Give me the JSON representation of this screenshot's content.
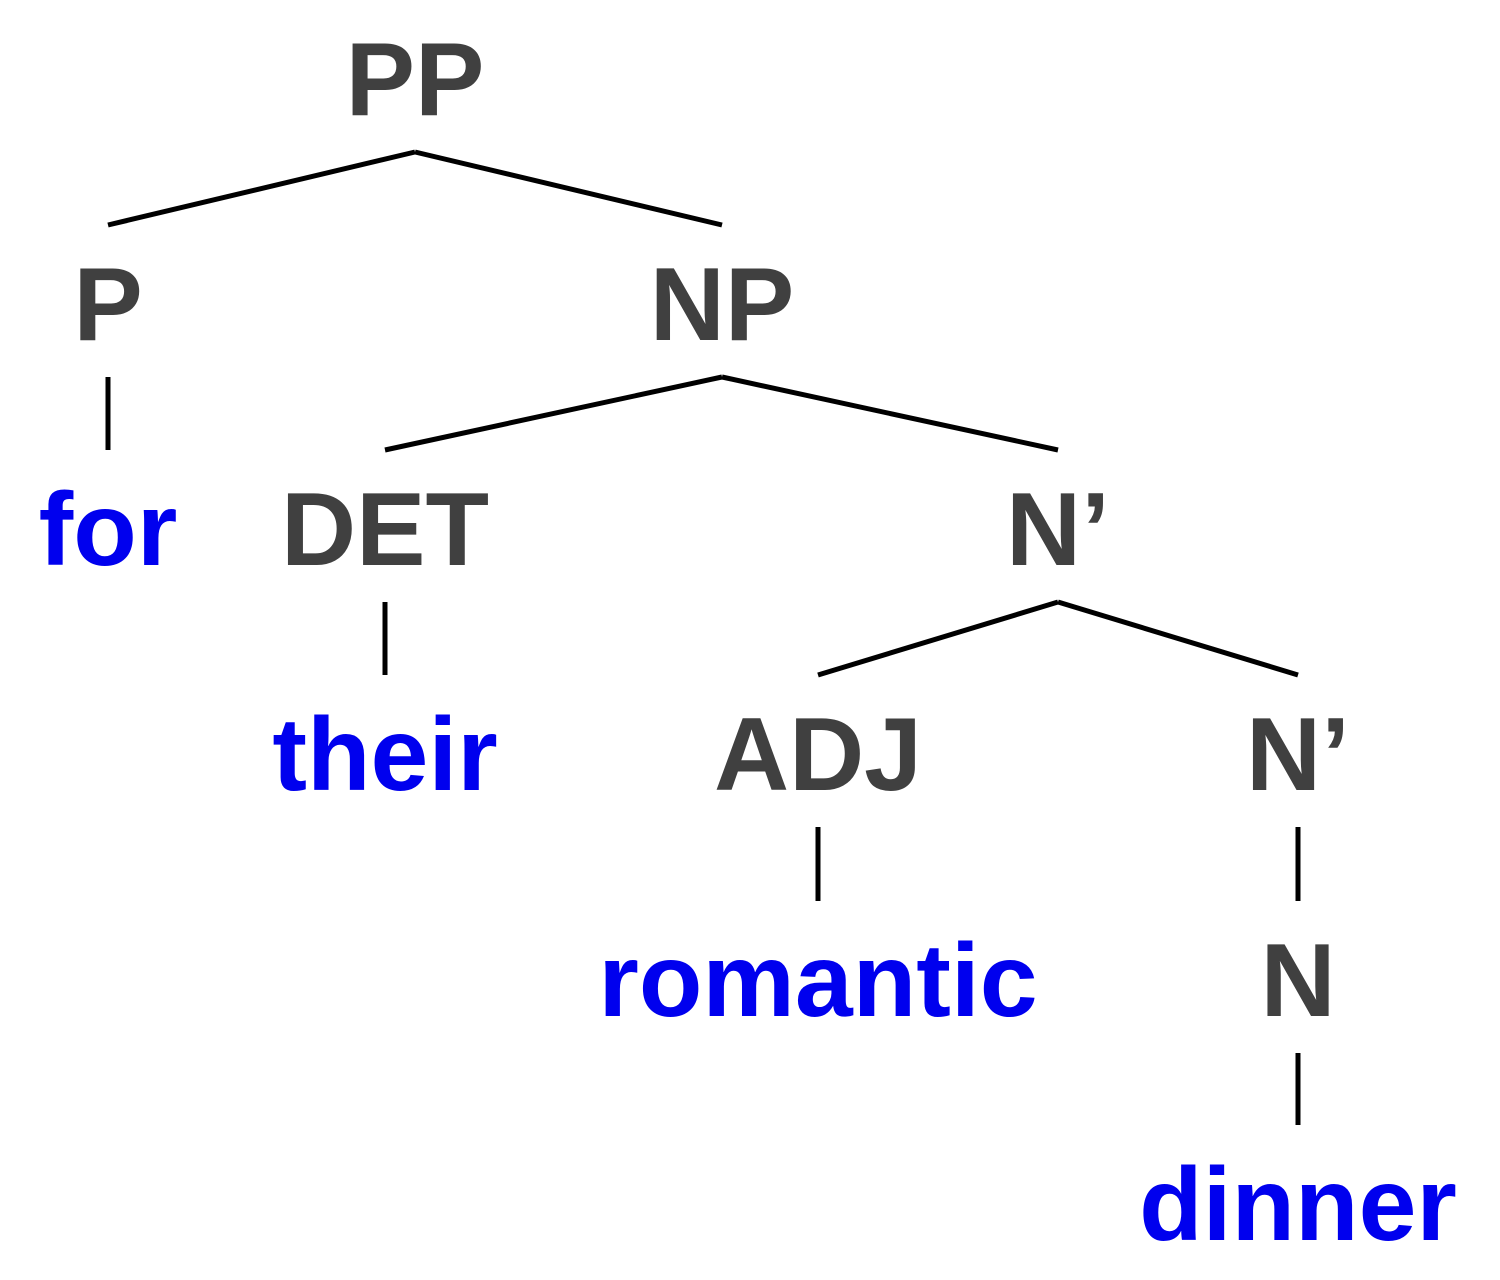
{
  "colors": {
    "category": "#404040",
    "word": "#0000ee",
    "edge": "#000000"
  },
  "tree": {
    "nodes": [
      {
        "id": "pp",
        "label": "PP",
        "kind": "category"
      },
      {
        "id": "p",
        "label": "P",
        "kind": "category"
      },
      {
        "id": "np",
        "label": "NP",
        "kind": "category"
      },
      {
        "id": "for",
        "label": "for",
        "kind": "word"
      },
      {
        "id": "det",
        "label": "DET",
        "kind": "category"
      },
      {
        "id": "nbar1",
        "label": "N’",
        "kind": "category"
      },
      {
        "id": "their",
        "label": "their",
        "kind": "word"
      },
      {
        "id": "adj",
        "label": "ADJ",
        "kind": "category"
      },
      {
        "id": "nbar2",
        "label": "N’",
        "kind": "category"
      },
      {
        "id": "romantic",
        "label": "romantic",
        "kind": "word"
      },
      {
        "id": "n",
        "label": "N",
        "kind": "category"
      },
      {
        "id": "dinner",
        "label": "dinner",
        "kind": "word"
      }
    ],
    "edges": [
      {
        "from": "pp",
        "to": "p"
      },
      {
        "from": "pp",
        "to": "np"
      },
      {
        "from": "p",
        "to": "for"
      },
      {
        "from": "np",
        "to": "det"
      },
      {
        "from": "np",
        "to": "nbar1"
      },
      {
        "from": "det",
        "to": "their"
      },
      {
        "from": "nbar1",
        "to": "adj"
      },
      {
        "from": "nbar1",
        "to": "nbar2"
      },
      {
        "from": "adj",
        "to": "romantic"
      },
      {
        "from": "nbar2",
        "to": "n"
      },
      {
        "from": "n",
        "to": "dinner"
      }
    ]
  }
}
